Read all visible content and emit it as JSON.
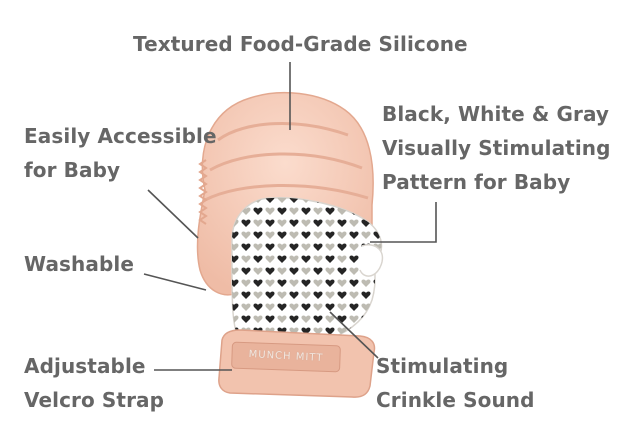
{
  "labels": {
    "top": "Textured Food-Grade Silicone",
    "accessible_line1": "Easily Accessible",
    "accessible_line2": "for Baby",
    "pattern_line1": "Black, White & Gray",
    "pattern_line2": "Visually Stimulating",
    "pattern_line3": "Pattern for Baby",
    "washable": "Washable",
    "strap_line1": "Adjustable",
    "strap_line2": "Velcro Strap",
    "crinkle_line1": "Stimulating",
    "crinkle_line2": "Crinkle Sound"
  },
  "product": {
    "brand_text": "MUNCH MITT"
  },
  "colors": {
    "label_text": "#666666",
    "silicone": "#f6cfbd",
    "silicone_shadow": "#e7ad96",
    "fabric": "#ffffff",
    "heart_black": "#1a1a1a",
    "heart_gray": "#b9b7ae"
  }
}
